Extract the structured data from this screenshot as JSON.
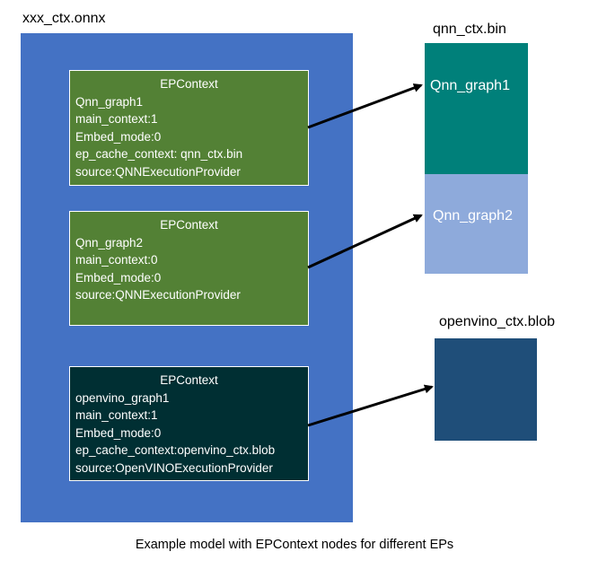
{
  "onnx_label": "xxx_ctx.onnx",
  "bin_label": "qnn_ctx.bin",
  "blob_label": "openvino_ctx.blob",
  "caption": "Example model with EPContext nodes for different EPs",
  "bin_graph1": "Qnn_graph1",
  "bin_graph2": "Qnn_graph2",
  "nodes": [
    {
      "header": "EPContext",
      "lines": [
        "Qnn_graph1",
        "main_context:1",
        "Embed_mode:0",
        "ep_cache_context: qnn_ctx.bin",
        "source:QNNExecutionProvider"
      ]
    },
    {
      "header": "EPContext",
      "lines": [
        "Qnn_graph2",
        "main_context:0",
        "Embed_mode:0",
        "source:QNNExecutionProvider"
      ]
    },
    {
      "header": "EPContext",
      "lines": [
        "openvino_graph1",
        "main_context:1",
        "Embed_mode:0",
        "ep_cache_context:openvino_ctx.blob",
        "source:OpenVINOExecutionProvider"
      ]
    }
  ],
  "colors": {
    "onnx_bg": "#4472c4",
    "qnn_node_bg": "#538135",
    "openvino_node_bg": "#002f33",
    "bin_graph1_bg": "#00807a",
    "bin_graph2_bg": "#8eaadb",
    "blob_bg": "#1f4e79"
  }
}
